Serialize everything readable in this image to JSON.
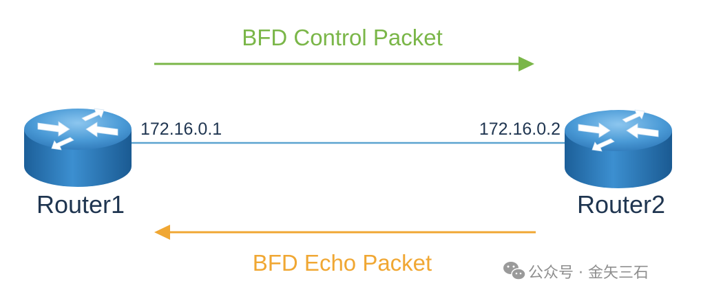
{
  "diagram": {
    "control_packet": {
      "label": "BFD Control Packet",
      "color": "#7ab648",
      "direction": "router1-to-router2"
    },
    "echo_packet": {
      "label": "BFD Echo Packet",
      "color": "#f0a733",
      "direction": "router2-to-router1"
    },
    "link": {
      "color": "#5ba3d0"
    },
    "router1": {
      "name": "Router1",
      "ip": "172.16.0.1"
    },
    "router2": {
      "name": "Router2",
      "ip": "172.16.0.2"
    },
    "text_color": "#1f3550",
    "router_color": "#2f7fc1"
  },
  "watermark": {
    "text": "公众号 · 金矢三石",
    "icon": "wechat-icon"
  }
}
